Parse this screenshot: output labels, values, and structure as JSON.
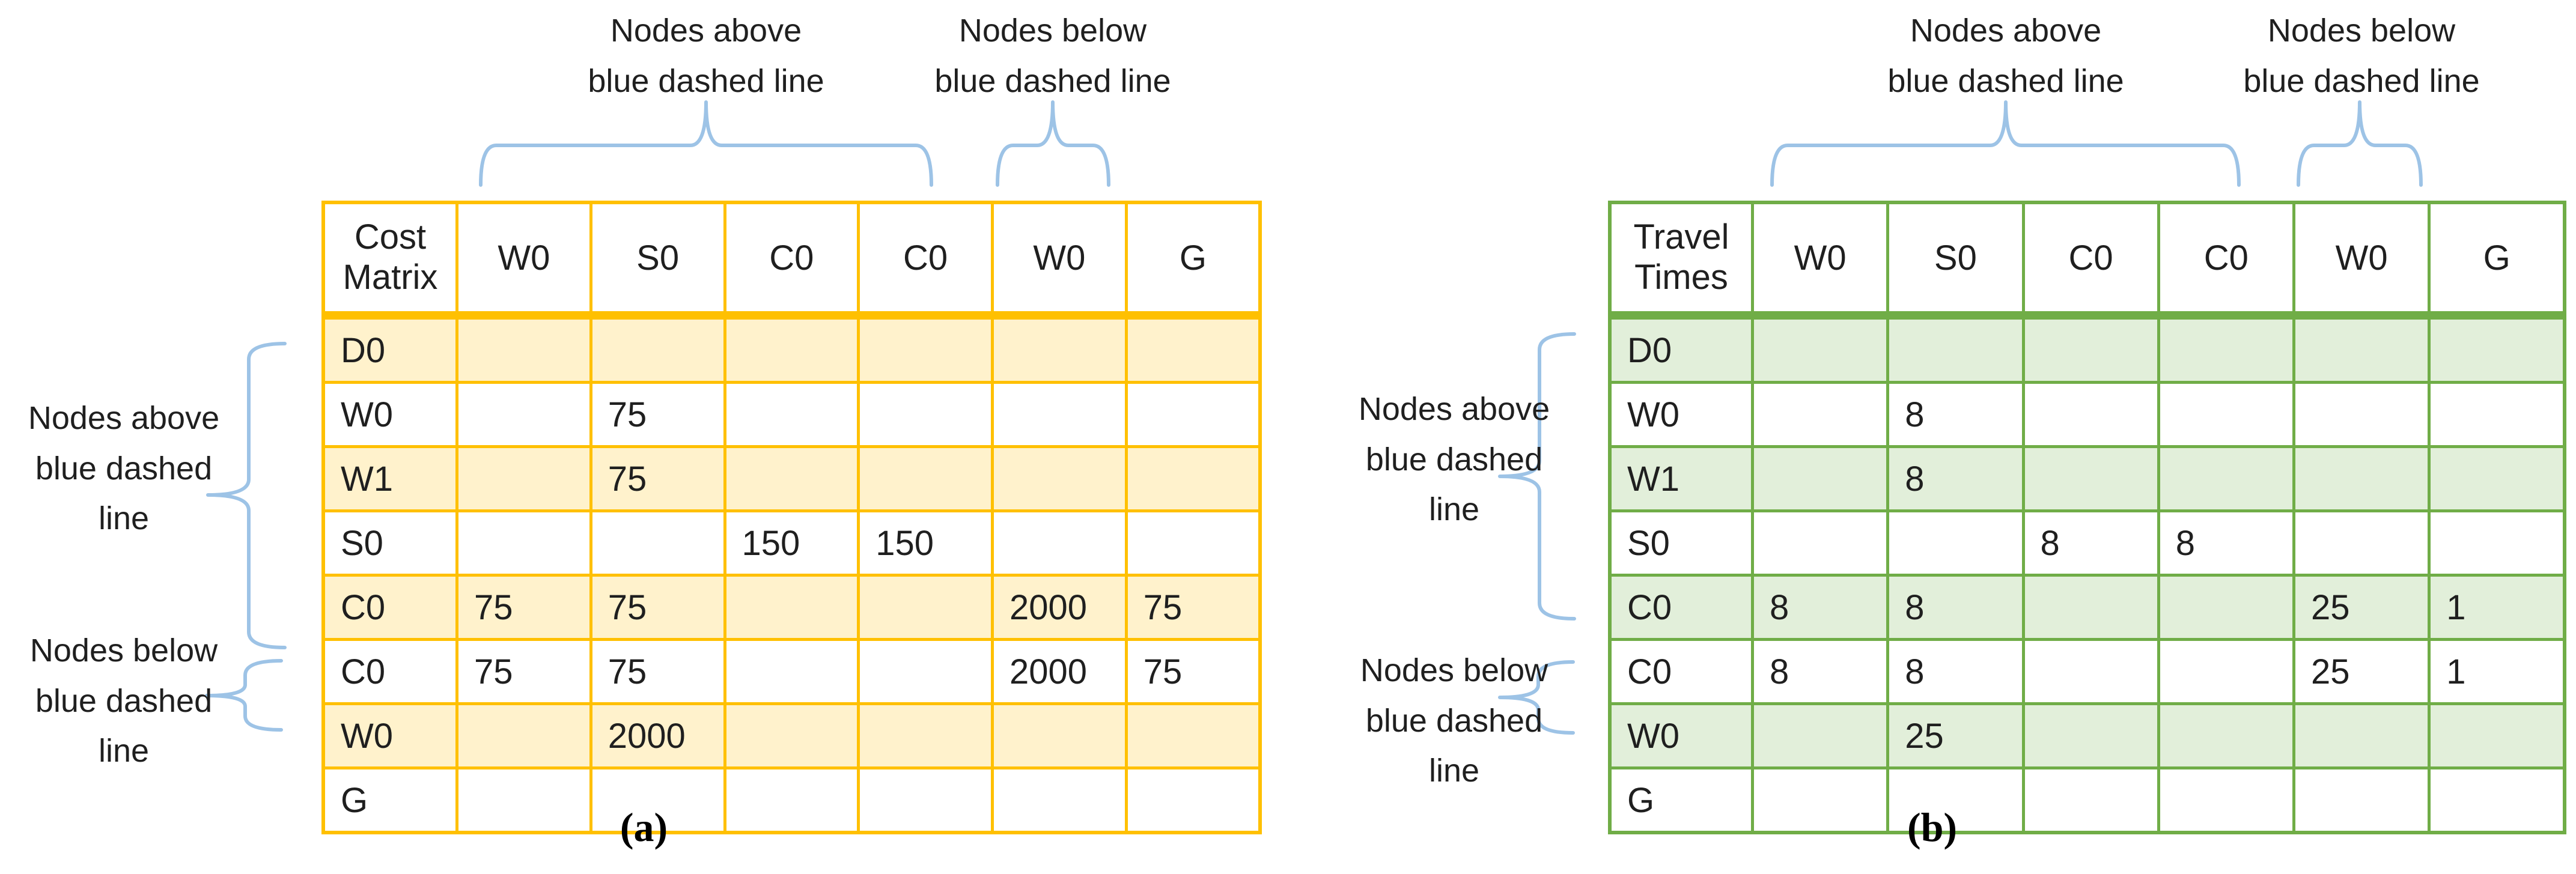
{
  "colors": {
    "brace_blue": "#9DC3E6",
    "panel_a_border": "#FFC000",
    "panel_a_shade": "#FFF2CC",
    "panel_b_border": "#70AD47",
    "panel_b_shade": "#E2EFDA",
    "text": "#1f1f1f"
  },
  "panels": [
    {
      "caption": "(a)",
      "table": {
        "corner_label": "Cost Matrix",
        "columns": [
          "W0",
          "S0",
          "C0",
          "C0",
          "W0",
          "G"
        ],
        "rows": [
          {
            "label": "D0",
            "cells": [
              "",
              "",
              "",
              "",
              "",
              ""
            ]
          },
          {
            "label": "W0",
            "cells": [
              "",
              "75",
              "",
              "",
              "",
              ""
            ]
          },
          {
            "label": "W1",
            "cells": [
              "",
              "75",
              "",
              "",
              "",
              ""
            ]
          },
          {
            "label": "S0",
            "cells": [
              "",
              "",
              "150",
              "150",
              "",
              ""
            ]
          },
          {
            "label": "C0",
            "cells": [
              "75",
              "75",
              "",
              "",
              "2000",
              "75"
            ]
          },
          {
            "label": "C0",
            "cells": [
              "75",
              "75",
              "",
              "",
              "2000",
              "75"
            ]
          },
          {
            "label": "W0",
            "cells": [
              "",
              "2000",
              "",
              "",
              "",
              ""
            ]
          },
          {
            "label": "G",
            "cells": [
              "",
              "",
              "",
              "",
              "",
              ""
            ]
          }
        ]
      },
      "annotations": {
        "top_above": {
          "lines": [
            "Nodes above",
            "blue dashed line"
          ]
        },
        "top_below": {
          "lines": [
            "Nodes below",
            "blue dashed line"
          ]
        },
        "left_above": {
          "lines": [
            "Nodes above",
            "blue dashed",
            "line"
          ]
        },
        "left_below": {
          "lines": [
            "Nodes below",
            "blue dashed",
            "line"
          ]
        }
      }
    },
    {
      "caption": "(b)",
      "table": {
        "corner_label": "Travel Times",
        "columns": [
          "W0",
          "S0",
          "C0",
          "C0",
          "W0",
          "G"
        ],
        "rows": [
          {
            "label": "D0",
            "cells": [
              "",
              "",
              "",
              "",
              "",
              ""
            ]
          },
          {
            "label": "W0",
            "cells": [
              "",
              "8",
              "",
              "",
              "",
              ""
            ]
          },
          {
            "label": "W1",
            "cells": [
              "",
              "8",
              "",
              "",
              "",
              ""
            ]
          },
          {
            "label": "S0",
            "cells": [
              "",
              "",
              "8",
              "8",
              "",
              ""
            ]
          },
          {
            "label": "C0",
            "cells": [
              "8",
              "8",
              "",
              "",
              "25",
              "1"
            ]
          },
          {
            "label": "C0",
            "cells": [
              "8",
              "8",
              "",
              "",
              "25",
              "1"
            ]
          },
          {
            "label": "W0",
            "cells": [
              "",
              "25",
              "",
              "",
              "",
              ""
            ]
          },
          {
            "label": "G",
            "cells": [
              "",
              "",
              "",
              "",
              "",
              ""
            ]
          }
        ]
      },
      "annotations": {
        "top_above": {
          "lines": [
            "Nodes above",
            "blue dashed line"
          ]
        },
        "top_below": {
          "lines": [
            "Nodes below",
            "blue dashed line"
          ]
        },
        "left_above": {
          "lines": [
            "Nodes above",
            "blue dashed",
            "line"
          ]
        },
        "left_below": {
          "lines": [
            "Nodes below",
            "blue dashed",
            "line"
          ]
        }
      }
    }
  ],
  "chart_data": [
    {
      "type": "table",
      "title": "Cost Matrix",
      "columns": [
        "W0",
        "S0",
        "C0",
        "C0",
        "W0",
        "G"
      ],
      "rows": [
        {
          "label": "D0",
          "values": [
            null,
            null,
            null,
            null,
            null,
            null
          ]
        },
        {
          "label": "W0",
          "values": [
            null,
            75,
            null,
            null,
            null,
            null
          ]
        },
        {
          "label": "W1",
          "values": [
            null,
            75,
            null,
            null,
            null,
            null
          ]
        },
        {
          "label": "S0",
          "values": [
            null,
            null,
            150,
            150,
            null,
            null
          ]
        },
        {
          "label": "C0",
          "values": [
            75,
            75,
            null,
            null,
            2000,
            75
          ]
        },
        {
          "label": "C0",
          "values": [
            75,
            75,
            null,
            null,
            2000,
            75
          ]
        },
        {
          "label": "W0",
          "values": [
            null,
            2000,
            null,
            null,
            null,
            null
          ]
        },
        {
          "label": "G",
          "values": [
            null,
            null,
            null,
            null,
            null,
            null
          ]
        }
      ],
      "notes": "Columns W0,S0,C0,C0 bracketed as nodes above blue dashed line; column W0 (5th) bracketed as nodes below. Rows D0..C0 bracketed as nodes above; row W0 (7th) bracketed as nodes below."
    },
    {
      "type": "table",
      "title": "Travel Times",
      "columns": [
        "W0",
        "S0",
        "C0",
        "C0",
        "W0",
        "G"
      ],
      "rows": [
        {
          "label": "D0",
          "values": [
            null,
            null,
            null,
            null,
            null,
            null
          ]
        },
        {
          "label": "W0",
          "values": [
            null,
            8,
            null,
            null,
            null,
            null
          ]
        },
        {
          "label": "W1",
          "values": [
            null,
            8,
            null,
            null,
            null,
            null
          ]
        },
        {
          "label": "S0",
          "values": [
            null,
            null,
            8,
            8,
            null,
            null
          ]
        },
        {
          "label": "C0",
          "values": [
            8,
            8,
            null,
            null,
            25,
            1
          ]
        },
        {
          "label": "C0",
          "values": [
            8,
            8,
            null,
            null,
            25,
            1
          ]
        },
        {
          "label": "W0",
          "values": [
            null,
            25,
            null,
            null,
            null,
            null
          ]
        },
        {
          "label": "G",
          "values": [
            null,
            null,
            null,
            null,
            null,
            null
          ]
        }
      ],
      "notes": "Same bracket annotations as Cost Matrix table."
    }
  ]
}
